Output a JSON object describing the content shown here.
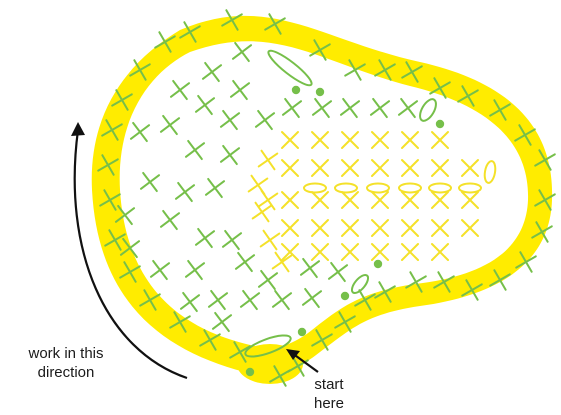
{
  "labels": {
    "work_direction_line1": "work in this",
    "work_direction_line2": "direction",
    "start_line1": "start",
    "start_line2": "here"
  },
  "colors": {
    "yellow": "#ffec00",
    "yellow_stitch": "#f4e12a",
    "green": "#76bf4a",
    "arrow": "#111111",
    "label_text": "#1a1a1a"
  },
  "icons": {
    "single_crochet": "x-stitch-icon",
    "chain": "oval-chain-icon",
    "slip_stitch": "dot-slip-stitch-icon"
  }
}
